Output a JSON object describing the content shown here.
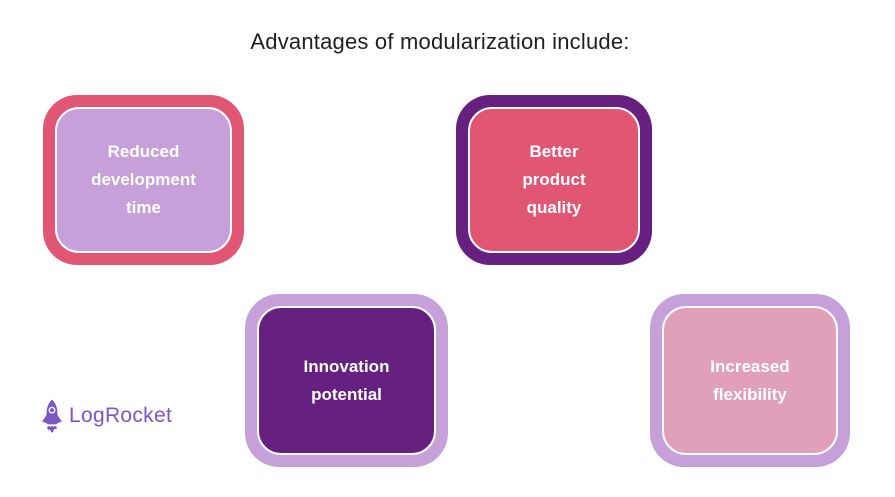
{
  "title": "Advantages of modularization include:",
  "colors": {
    "pink": "#e05673",
    "dark_purple": "#662180",
    "light_purple": "#c6a0d8",
    "light_pink": "#e0a0ba",
    "logo_purple": "#7c57c4",
    "title_color": "#1f1f1f",
    "box_text": "#ffffff"
  },
  "boxes": [
    {
      "label": "Reduced\ndevelopment\ntime",
      "outer": "#e05673",
      "inner": "#c6a0d8"
    },
    {
      "label": "Better\nproduct\nquality",
      "outer": "#662180",
      "inner": "#e05673"
    },
    {
      "label": "Innovation\npotential",
      "outer": "#c6a0d8",
      "inner": "#662180"
    },
    {
      "label": "Increased\nflexibility",
      "outer": "#c6a0d8",
      "inner": "#e0a0ba"
    }
  ],
  "logo": {
    "text": "LogRocket",
    "icon": "rocket-icon"
  }
}
